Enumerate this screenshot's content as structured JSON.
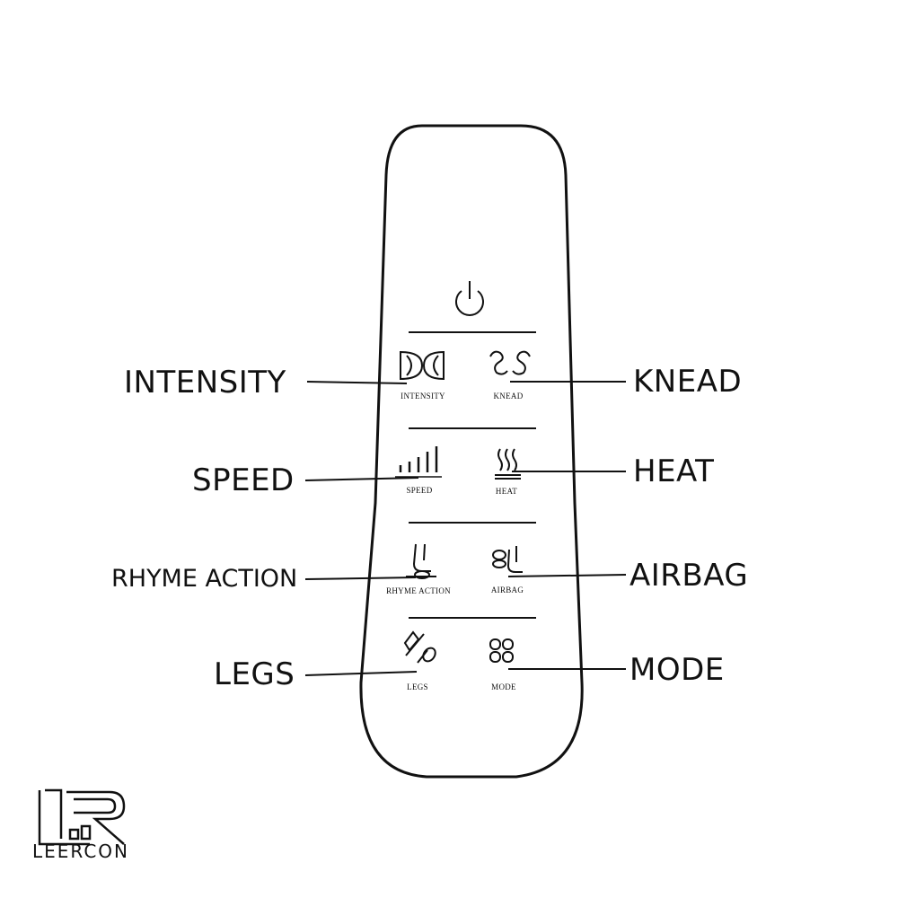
{
  "callouts": {
    "intensity": "INTENSITY",
    "knead": "KNEAD",
    "speed": "SPEED",
    "heat": "HEAT",
    "rhyme_action": "RHYME ACTION",
    "airbag": "AIRBAG",
    "legs": "LEGS",
    "mode": "MODE"
  },
  "remote_buttons": {
    "power": {
      "icon": "power-icon"
    },
    "intensity": {
      "label": "INTENSITY",
      "icon": "intensity-icon"
    },
    "knead": {
      "label": "KNEAD",
      "icon": "knead-icon"
    },
    "speed": {
      "label": "SPEED",
      "icon": "speed-bars-icon"
    },
    "heat": {
      "label": "HEAT",
      "icon": "heat-waves-icon"
    },
    "rhyme_action": {
      "label": "RHYME ACTION",
      "icon": "foot-roller-icon"
    },
    "airbag": {
      "label": "AIRBAG",
      "icon": "airbag-foot-icon"
    },
    "legs": {
      "label": "LEGS",
      "icon": "legs-icon"
    },
    "mode": {
      "label": "MODE",
      "icon": "mode-flower-icon"
    }
  },
  "brand": {
    "name": "LEERCON",
    "logo_letters": "LR"
  },
  "colors": {
    "line": "#111111",
    "background": "#ffffff"
  }
}
